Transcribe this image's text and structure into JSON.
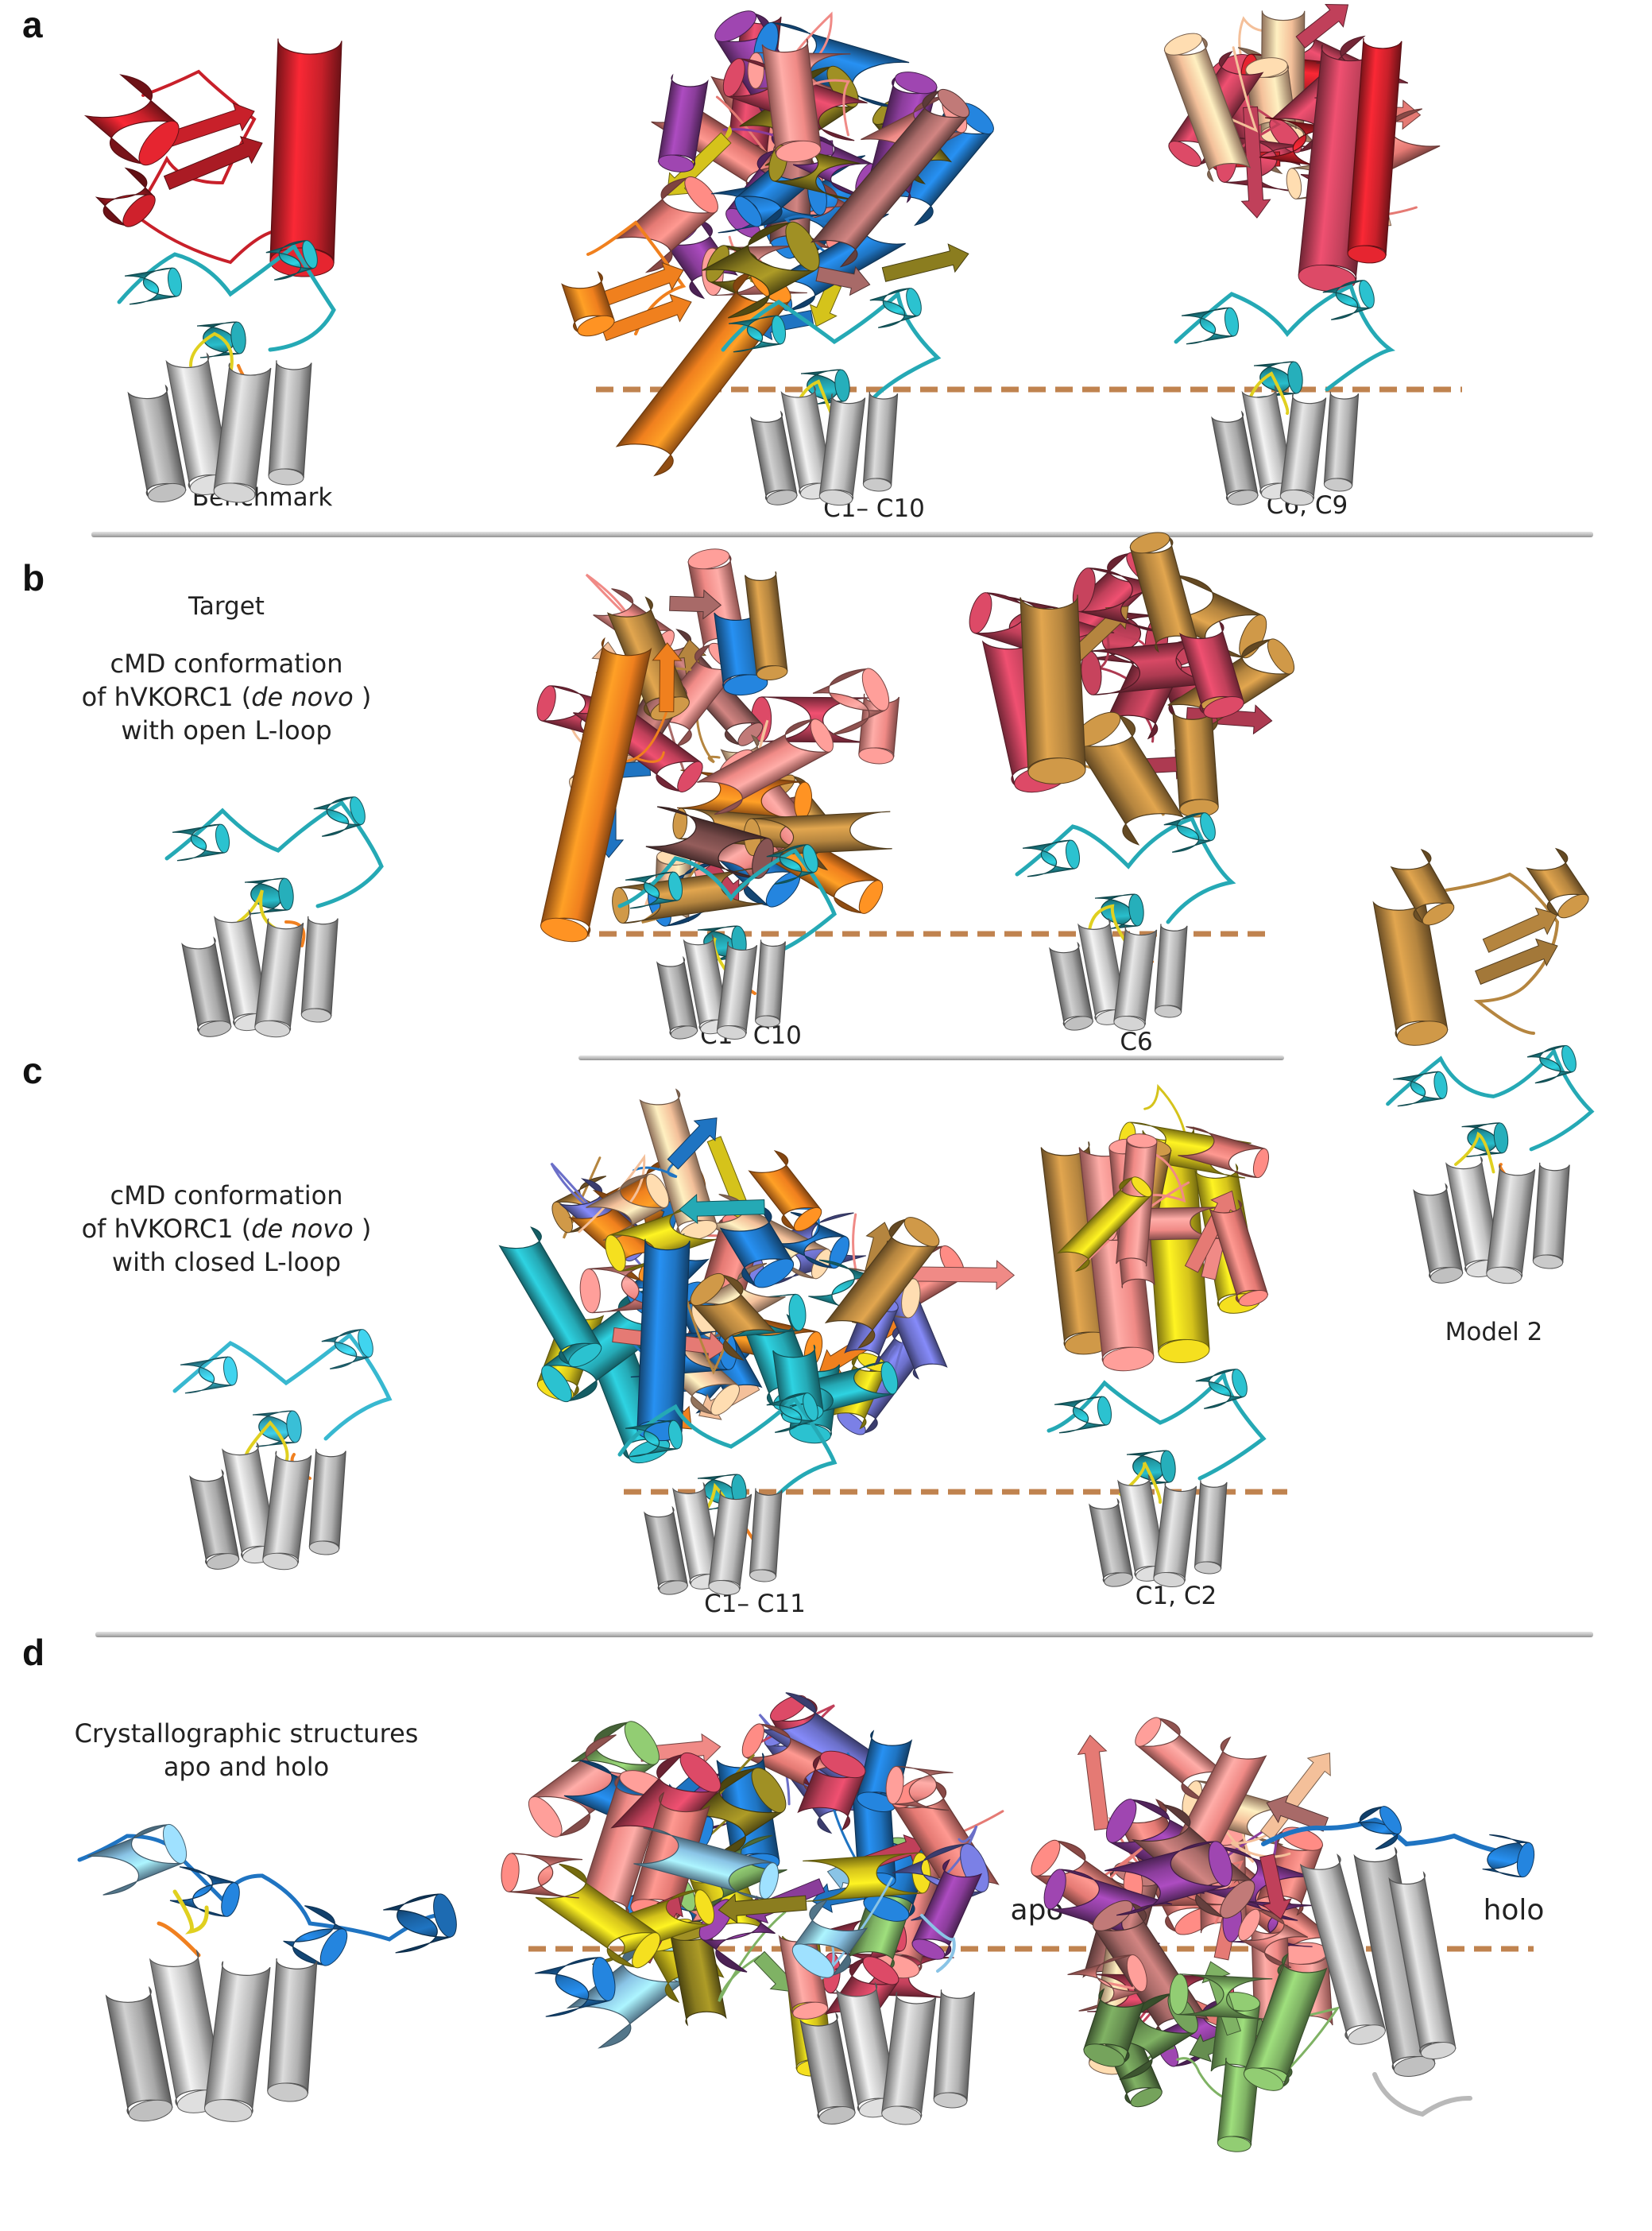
{
  "panels": {
    "a": {
      "letter": "a",
      "labels": [
        "Benchmark",
        "C1– C10",
        "C6, C9"
      ]
    },
    "b": {
      "letter": "b",
      "title": "Target",
      "desc_line1": "cMD conformation",
      "desc_line2_pre": "of hVKORC1 (",
      "desc_line2_it": "de novo",
      "desc_line2_post": " )",
      "desc_line3": "with open L-loop",
      "labels": [
        "C1– C10",
        "C6"
      ]
    },
    "c": {
      "letter": "c",
      "desc_line1": "cMD conformation",
      "desc_line2_pre": "of hVKORC1 (",
      "desc_line2_it": "de novo",
      "desc_line2_post": " )",
      "desc_line3": "with closed L-loop",
      "labels": [
        "C1– C11",
        "C1, C2"
      ]
    },
    "d": {
      "letter": "d",
      "desc_line1": "Crystallographic structures",
      "desc_line2": "apo and holo",
      "labels": [
        "apo",
        "holo"
      ]
    },
    "model": {
      "label": "Model 2"
    }
  },
  "colors": {
    "cyan": "#25a9b5",
    "grey": "#b9b9b9",
    "red": "#c8202a",
    "orange": "#f0801e",
    "pink": "#f08a86",
    "salmon": "#e57a74",
    "peach": "#f4c09a",
    "crimson": "#c0405a",
    "purple": "#8a3d9a",
    "olive": "#8b7d1f",
    "yellow": "#d5c31b",
    "blue": "#1f74c2",
    "lightblue": "#8ac4e6",
    "brown": "#b5853f",
    "mauve": "#a86a68",
    "green": "#7fb264",
    "slate": "#6b6fc8",
    "dashed_line": "#c0834f"
  },
  "icons": [
    "protein-ribbon-icon"
  ]
}
